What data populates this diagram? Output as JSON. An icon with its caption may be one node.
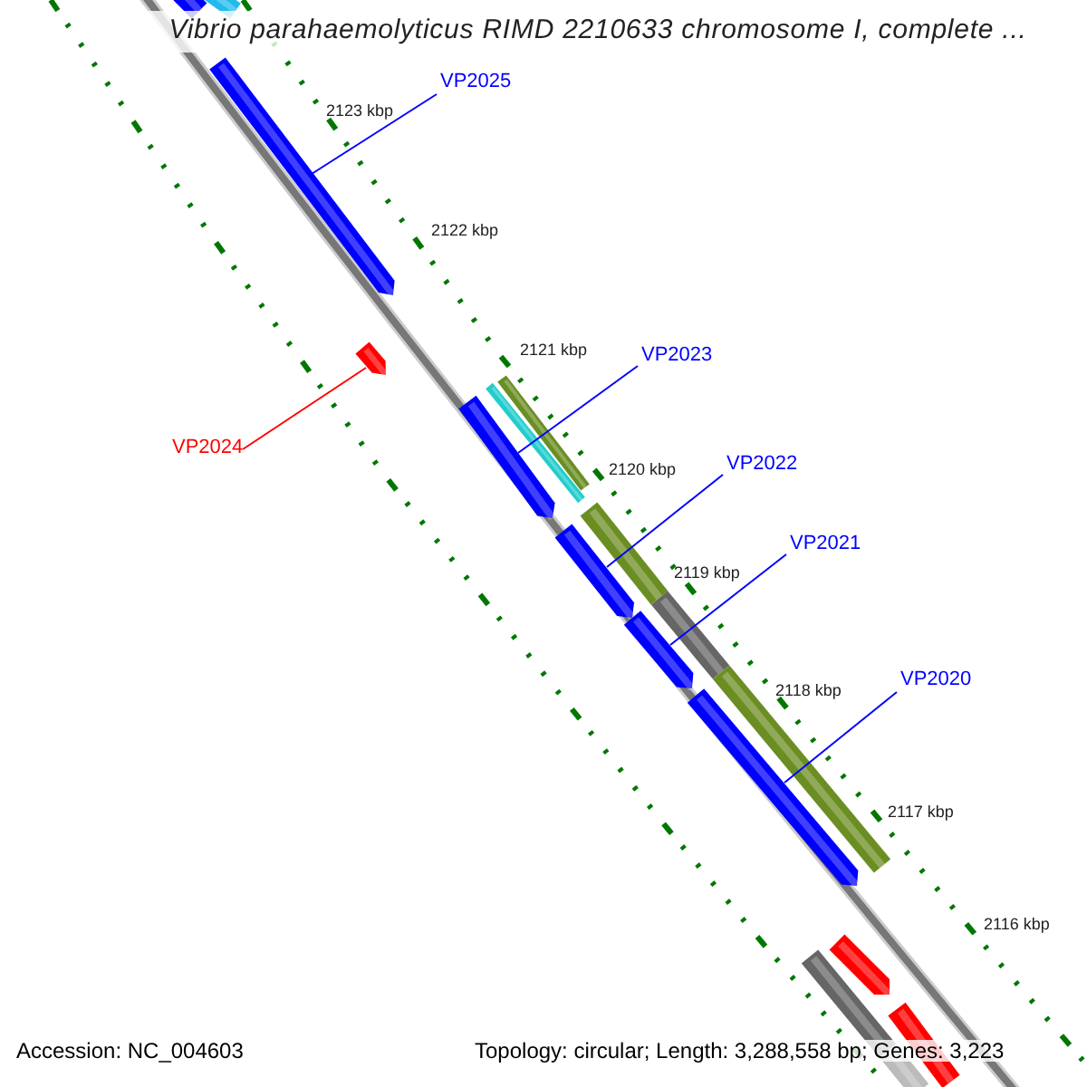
{
  "diagram": {
    "title": "Vibrio parahaemolyticus RIMD 2210633 chromosome I, complete ...",
    "nodes": [
      {
        "text": [
          "VP2025"
        ]
      },
      {
        "text": [
          "VP2023"
        ]
      },
      {
        "text": [
          "VP2024"
        ]
      },
      {
        "text": [
          "VP2022"
        ]
      },
      {
        "text": [
          "VP2021"
        ]
      },
      {
        "text": [
          "VP2020"
        ]
      },
      {
        "text": [],
        "shape": "bar"
      },
      {
        "text": [],
        "shape": "bar"
      },
      {
        "text": [],
        "shape": "bar"
      },
      {
        "text": [],
        "shape": "bar"
      },
      {
        "text": [],
        "shape": "bar"
      },
      {
        "text": [],
        "shape": "bar"
      }
    ],
    "edges": [
      {
        "from": 0,
        "to": 6,
        "arrow": "none"
      },
      {
        "from": 1,
        "to": 8,
        "arrow": "none"
      },
      {
        "from": 2,
        "to": 7,
        "arrow": "none",
        "color": "#ff0000"
      },
      {
        "from": 3,
        "to": 9,
        "arrow": "none"
      },
      {
        "from": 4,
        "to": 10,
        "arrow": "none"
      },
      {
        "from": 5,
        "to": 11,
        "arrow": "none"
      }
    ],
    "labels": [
      "2123 kbp",
      "2122 kbp",
      "2121 kbp",
      "2120 kbp",
      "2119 kbp",
      "2118 kbp",
      "2117 kbp",
      "2116 kbp",
      "Accession: NC_004603",
      "Topology: circular; Length: 3,288,558 bp; Genes: 3,223"
    ]
  }
}
